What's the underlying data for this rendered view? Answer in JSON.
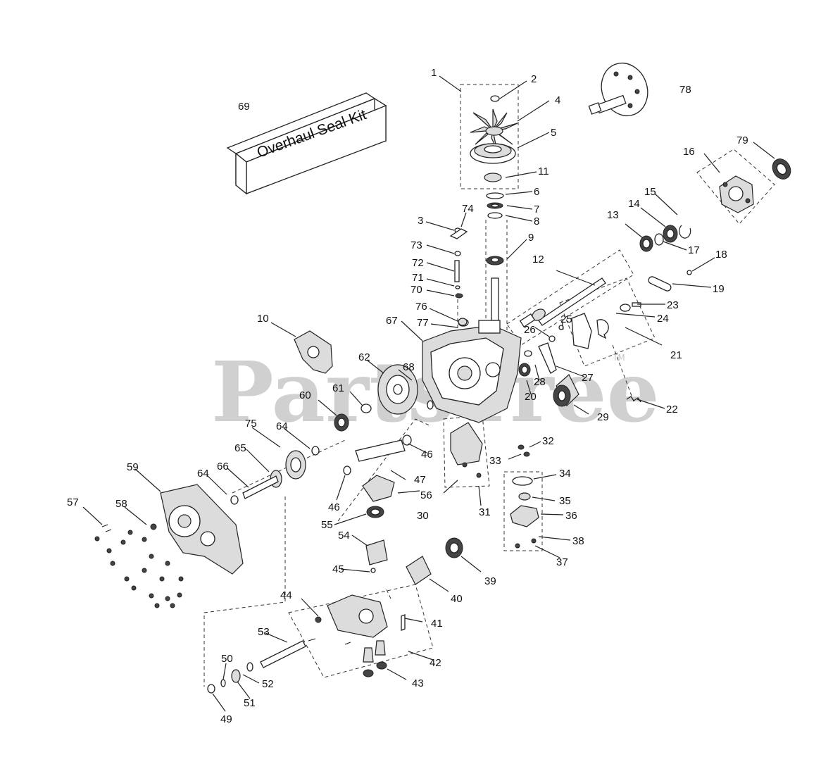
{
  "watermark": {
    "text": "PartsTree",
    "trademark": "TM"
  },
  "kit_box": {
    "label": "Overhaul Seal Kit"
  },
  "callouts": [
    {
      "id": "1"
    },
    {
      "id": "2"
    },
    {
      "id": "3"
    },
    {
      "id": "4"
    },
    {
      "id": "5"
    },
    {
      "id": "6"
    },
    {
      "id": "7"
    },
    {
      "id": "8"
    },
    {
      "id": "9"
    },
    {
      "id": "10"
    },
    {
      "id": "11"
    },
    {
      "id": "12"
    },
    {
      "id": "13"
    },
    {
      "id": "14"
    },
    {
      "id": "15"
    },
    {
      "id": "16"
    },
    {
      "id": "17"
    },
    {
      "id": "18"
    },
    {
      "id": "19"
    },
    {
      "id": "20"
    },
    {
      "id": "21"
    },
    {
      "id": "22"
    },
    {
      "id": "23"
    },
    {
      "id": "24"
    },
    {
      "id": "25"
    },
    {
      "id": "26"
    },
    {
      "id": "27"
    },
    {
      "id": "28"
    },
    {
      "id": "29"
    },
    {
      "id": "30"
    },
    {
      "id": "31"
    },
    {
      "id": "32"
    },
    {
      "id": "33"
    },
    {
      "id": "34"
    },
    {
      "id": "35"
    },
    {
      "id": "36"
    },
    {
      "id": "37"
    },
    {
      "id": "38"
    },
    {
      "id": "39"
    },
    {
      "id": "40"
    },
    {
      "id": "41"
    },
    {
      "id": "42"
    },
    {
      "id": "43"
    },
    {
      "id": "44"
    },
    {
      "id": "45"
    },
    {
      "id": "46"
    },
    {
      "id": "46"
    },
    {
      "id": "47"
    },
    {
      "id": "49"
    },
    {
      "id": "50"
    },
    {
      "id": "51"
    },
    {
      "id": "52"
    },
    {
      "id": "53"
    },
    {
      "id": "54"
    },
    {
      "id": "55"
    },
    {
      "id": "56"
    },
    {
      "id": "57"
    },
    {
      "id": "58"
    },
    {
      "id": "59"
    },
    {
      "id": "60"
    },
    {
      "id": "61"
    },
    {
      "id": "62"
    },
    {
      "id": "64"
    },
    {
      "id": "64"
    },
    {
      "id": "65"
    },
    {
      "id": "66"
    },
    {
      "id": "67"
    },
    {
      "id": "68"
    },
    {
      "id": "69"
    },
    {
      "id": "70"
    },
    {
      "id": "71"
    },
    {
      "id": "72"
    },
    {
      "id": "73"
    },
    {
      "id": "74"
    },
    {
      "id": "75"
    },
    {
      "id": "76"
    },
    {
      "id": "77"
    },
    {
      "id": "78"
    },
    {
      "id": "79"
    }
  ]
}
